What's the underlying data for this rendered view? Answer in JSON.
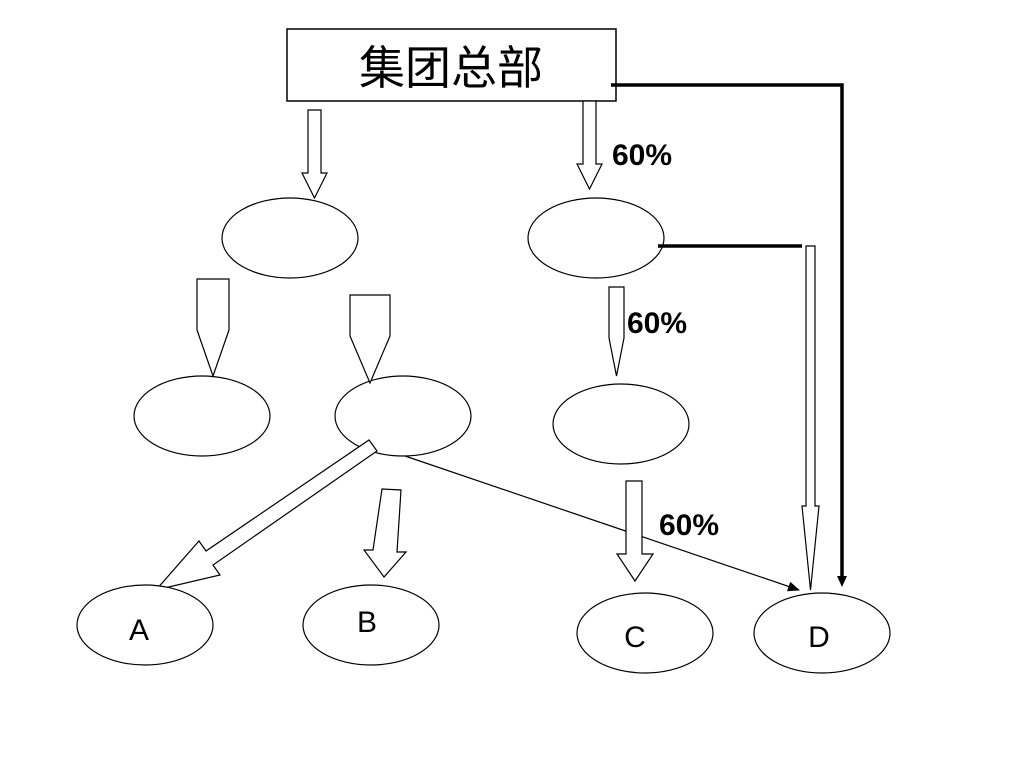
{
  "root": {
    "label": "集团总部"
  },
  "percentages": [
    "60%",
    "60%",
    "60%"
  ],
  "leaves": [
    "A",
    "B",
    "C",
    "D"
  ]
}
